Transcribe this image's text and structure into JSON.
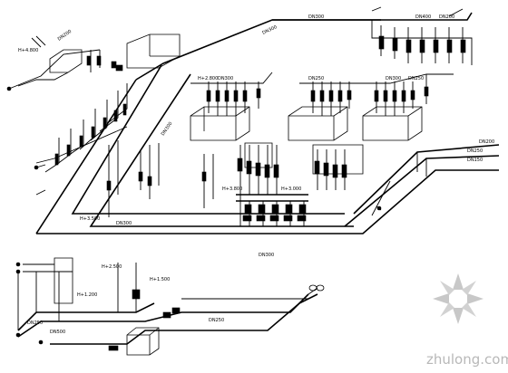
{
  "labels": {
    "dn400_top": "DN400",
    "dn200_top": "DN200",
    "dn300_a": "DN300",
    "dn300_b": "DN300",
    "dn200_left": "DN200",
    "dn300_mid": "DN300",
    "dn300_row1": "DN300",
    "dn250_row1": "DN250",
    "dn300_row2": "DN300",
    "dn250_row2": "DN250",
    "elev_2800": "H+2.800",
    "elev_3800": "H+3.800",
    "elev_3000": "H+3.000",
    "elev_3500": "H+3.500",
    "elev_4800": "H+4.800",
    "elev_1200": "H+1.200",
    "dn300_low": "DN300",
    "dn300_low2": "DN300",
    "dn250_low": "DN250",
    "dn250_low2": "DN250",
    "dn500_low": "DN500",
    "dn200_right": "DN200",
    "dn250_right": "DN250",
    "dn150_right": "DN150",
    "h1500": "H+1.500",
    "h2500": "H+2.500"
  },
  "watermark": {
    "text": "zhulong.com"
  }
}
